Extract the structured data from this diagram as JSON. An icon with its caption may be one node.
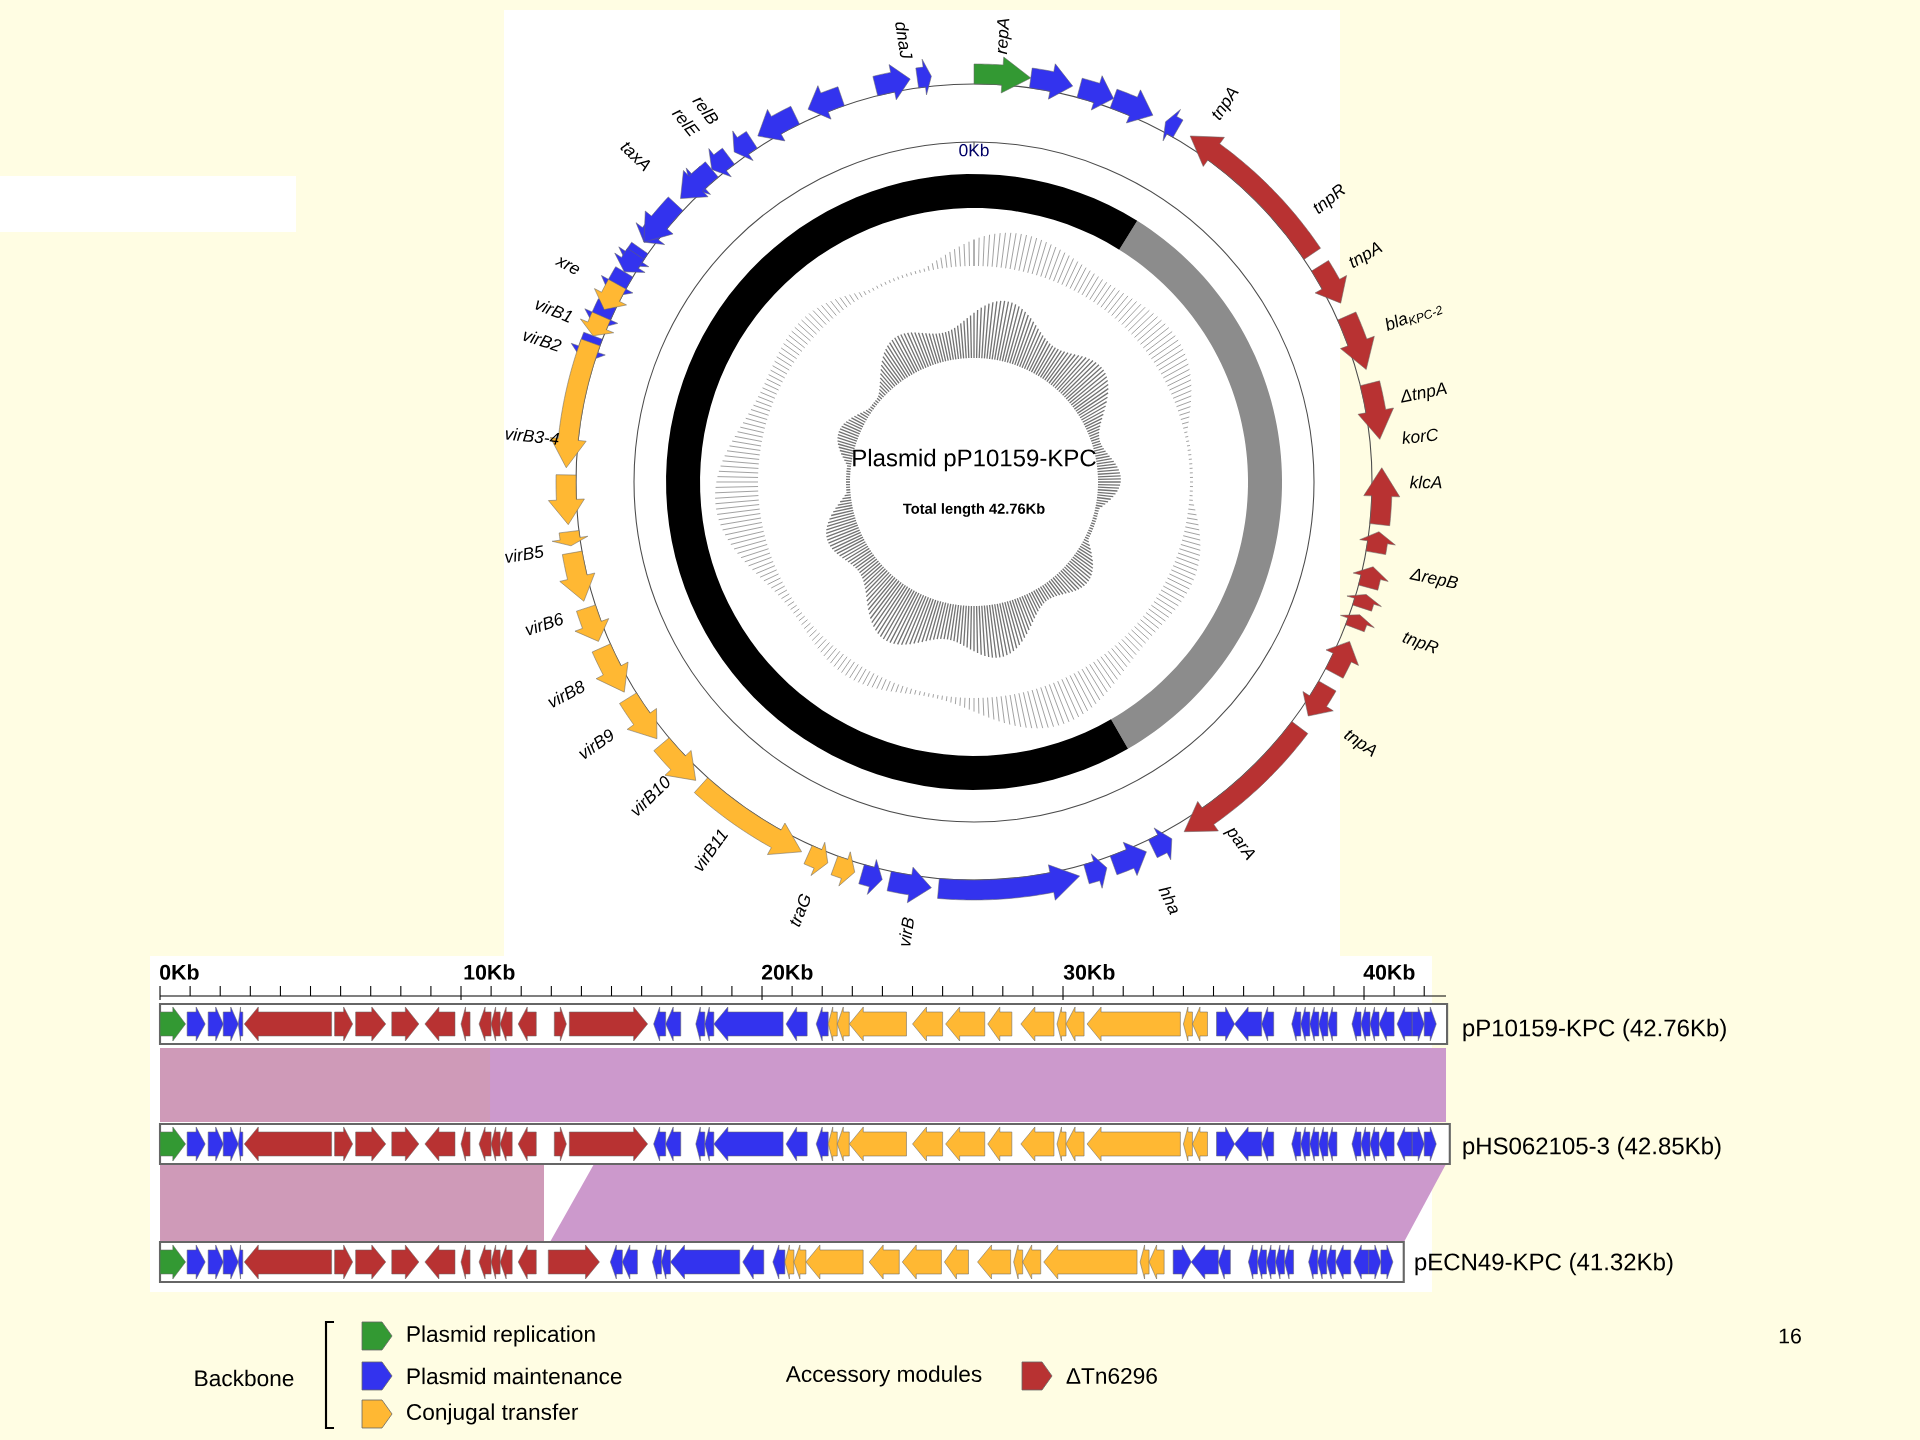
{
  "diagram": {
    "labels": [
      "dnaJ",
      "repA",
      "relB",
      "relE",
      "taxA",
      "tnpA",
      "tnpR",
      "tnpA",
      "xre",
      "virB1",
      "virB2",
      "bla$_{KPC-2}$",
      "ΔtnpA",
      "korC",
      "virB3-4",
      "klcA",
      "ΔrepB",
      "virB5",
      "tnpR",
      "virB6",
      "virB8",
      "tnpA",
      "virB9",
      "virB10",
      "parA",
      "virB11",
      "hha",
      "traG",
      "virB",
      "0Kb",
      "Plasmid pP10159-KPC",
      "Total length 42.76Kb",
      "0Kb",
      "10Kb",
      "20Kb",
      "30Kb",
      "40Kb",
      "pP10159-KPC (42.76Kb)",
      "pHS062105-3 (42.85Kb)",
      "pECN49-KPC (41.32Kb)",
      "Backbone",
      "Accessory modules",
      "16"
    ],
    "legend": [
      {
        "text": "Plasmid replication",
        "color": "#339933"
      },
      {
        "text": "Plasmid maintenance",
        "color": "#3333ee"
      },
      {
        "text": "Conjugal transfer",
        "color": "#ffb833"
      },
      {
        "text": "ΔTn6296",
        "color": "#b83232"
      }
    ]
  }
}
